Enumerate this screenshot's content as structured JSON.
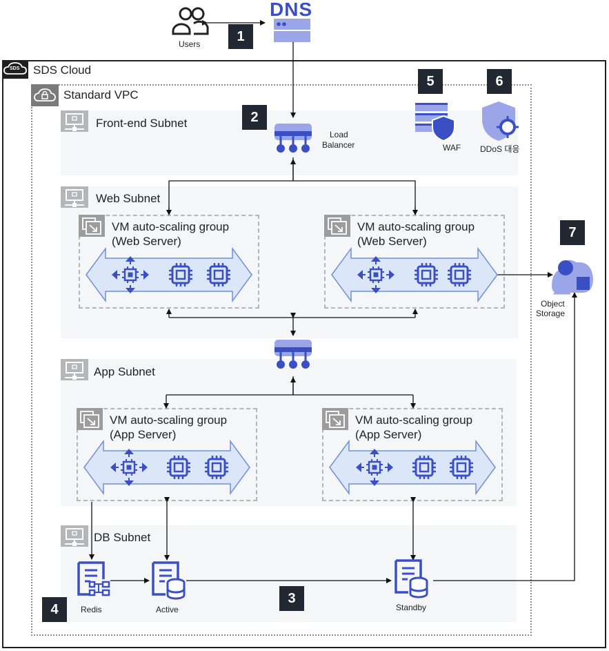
{
  "top": {
    "users_label": "Users",
    "dns_label": "DNS"
  },
  "cloud": {
    "label": "SDS Cloud",
    "tag_text": "SDS"
  },
  "vpc": {
    "label": "Standard VPC"
  },
  "subnets": {
    "frontend": "Front-end Subnet",
    "web": "Web Subnet",
    "app": "App Subnet",
    "db": "DB Subnet"
  },
  "frontend": {
    "lb_label_line1": "Load",
    "lb_label_line2": "Balancer",
    "waf_label": "WAF",
    "ddos_label": "DDoS 대응"
  },
  "web_groups": [
    {
      "line1": "VM auto-scaling group",
      "line2": "(Web Server)"
    },
    {
      "line1": "VM auto-scaling group",
      "line2": "(Web Server)"
    }
  ],
  "app_groups": [
    {
      "line1": "VM auto-scaling group",
      "line2": "(App Server)"
    },
    {
      "line1": "VM auto-scaling group",
      "line2": "(App Server)"
    }
  ],
  "db": {
    "redis_label": "Redis",
    "active_label": "Active",
    "standby_label": "Standby"
  },
  "storage": {
    "line1": "Object",
    "line2": "Storage"
  },
  "badges": [
    "1",
    "2",
    "3",
    "4",
    "5",
    "6",
    "7"
  ],
  "colors": {
    "icon_blue": "#3b4fc4",
    "icon_light": "#9aa6e8",
    "arrow_fill": "#dbe6f8",
    "arrow_stroke": "#6f8fd6",
    "badge_bg": "#222831"
  }
}
